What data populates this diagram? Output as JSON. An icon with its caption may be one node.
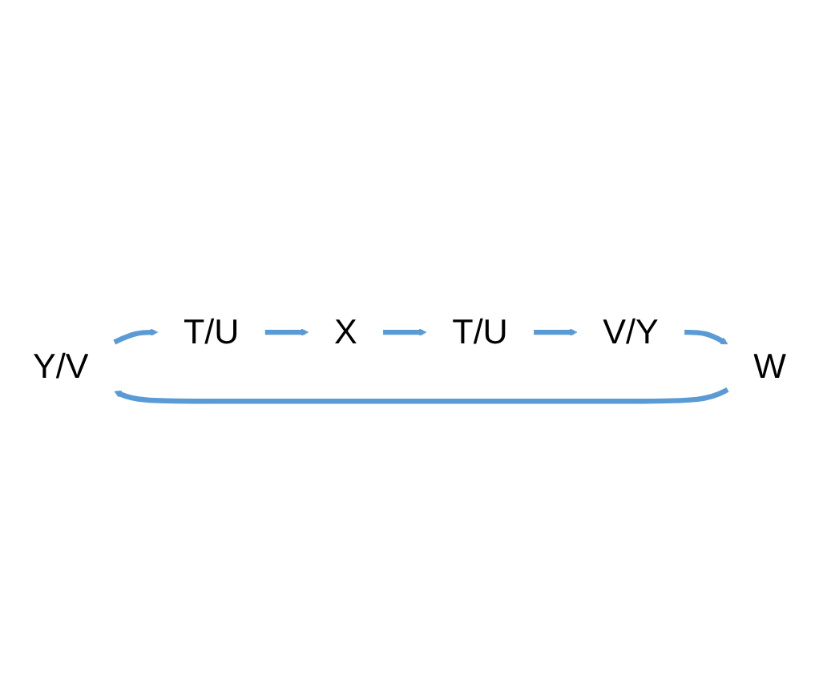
{
  "diagram": {
    "nodes": [
      {
        "text": [
          "Y/V"
        ]
      },
      {
        "text": [
          "T/U"
        ]
      },
      {
        "text": [
          "X"
        ]
      },
      {
        "text": [
          "T/U"
        ]
      },
      {
        "text": [
          "V/Y"
        ]
      },
      {
        "text": [
          "W"
        ]
      }
    ],
    "edges": [
      {
        "from": 0,
        "to": 1,
        "arrow": "to"
      },
      {
        "from": 1,
        "to": 2,
        "arrow": "to"
      },
      {
        "from": 2,
        "to": 3,
        "arrow": "to"
      },
      {
        "from": 3,
        "to": 4,
        "arrow": "to"
      },
      {
        "from": 4,
        "to": 5,
        "arrow": "to"
      },
      {
        "from": 5,
        "to": 0,
        "arrow": "to"
      }
    ]
  }
}
